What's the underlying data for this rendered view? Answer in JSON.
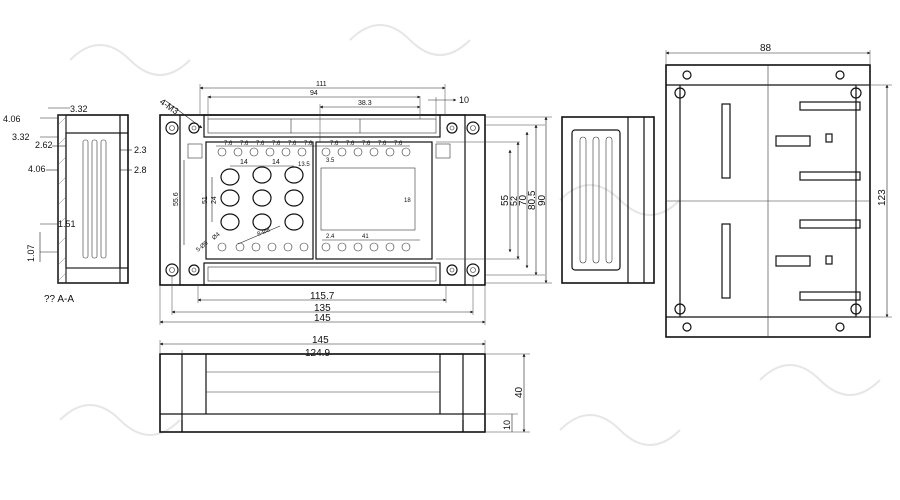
{
  "section_view": {
    "caption": "?? A-A",
    "dims": {
      "d406a": "4.06",
      "d332a": "3.32",
      "d332b": "3.32",
      "d262": "2.62",
      "d23": "2.3",
      "d28": "2.8",
      "d406b": "4.06",
      "d151": "1.51",
      "d107": "1.07"
    }
  },
  "top_view": {
    "hole_callout": "4-M3",
    "dims": {
      "w111": "111",
      "w94": "94",
      "w383": "38.3",
      "w10": "10",
      "p76": "7.6",
      "w14a": "14",
      "w14b": "14",
      "w135small": "13.5",
      "w35": "3.5",
      "h556": "55.6",
      "h51": "51",
      "h24": "24",
      "h18": "18",
      "w24": "2.4",
      "w41": "41",
      "dia5": "5-Ø5",
      "dia8": "8-Ø8",
      "dia4": "Ø4",
      "h55": "55",
      "h52": "52",
      "h70": "70",
      "h805": "80.5",
      "h90": "90",
      "w1157": "115.7",
      "w135": "135",
      "w145": "145"
    }
  },
  "front_view": {
    "dims": {
      "w145": "145",
      "w1249": "124.9",
      "h40": "40",
      "h10": "10"
    }
  },
  "bottom_view": {
    "dims": {
      "w88": "88",
      "h123": "123"
    }
  }
}
